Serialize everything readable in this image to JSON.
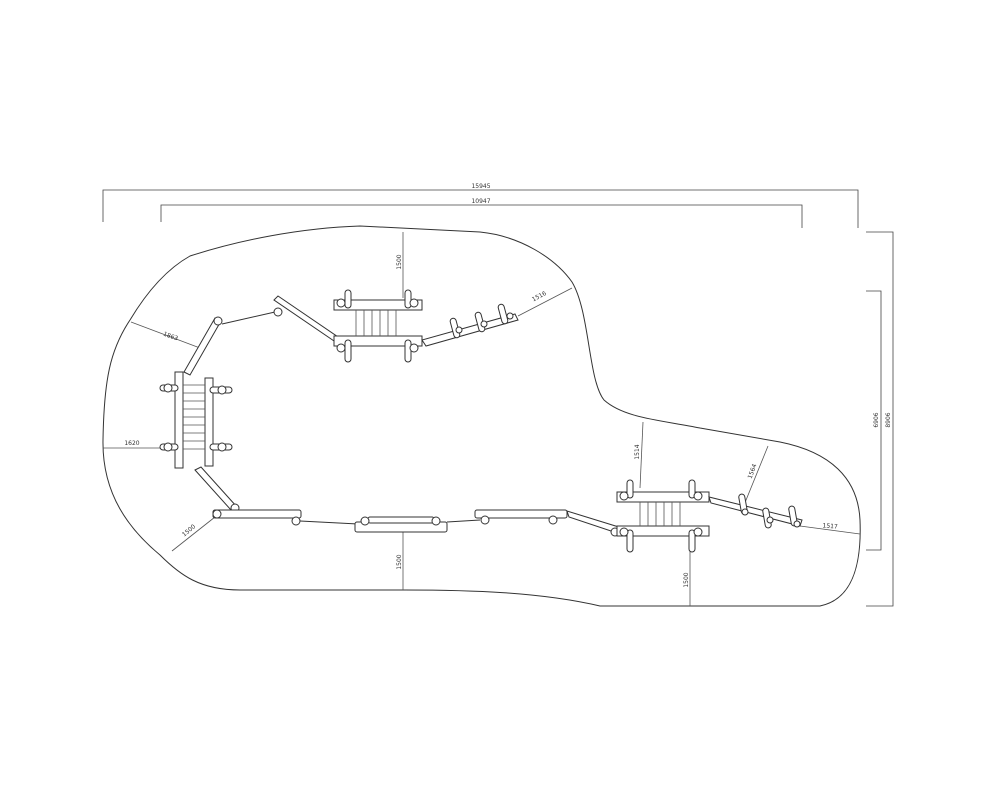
{
  "overall_dims": {
    "outer_width": "15945",
    "inner_width": "10947",
    "outer_height": "8906",
    "inner_height": "6906"
  },
  "safety_dims": {
    "d1": "1863",
    "d2": "1620",
    "d3": "1500",
    "d4": "1500",
    "d5": "1516",
    "d6": "1500",
    "d7": "1500",
    "d8": "1514",
    "d9": "1564",
    "d10": "1517"
  }
}
